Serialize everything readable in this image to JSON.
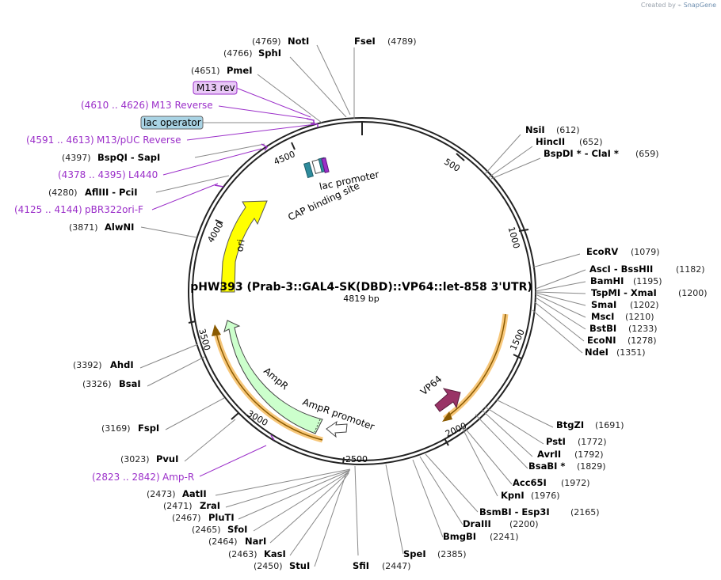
{
  "credit": {
    "prefix": "Created by",
    "brand": "SnapGene"
  },
  "plasmid": {
    "name": "pHW393 (Prab-3::GAL4-SK(DBD)::VP64::let-858 3'UTR)",
    "size_label": "4819 bp",
    "length": 4819
  },
  "ticks": [
    "500",
    "1000",
    "1500",
    "2000",
    "2500",
    "3000",
    "3500",
    "4000",
    "4500"
  ],
  "right_labels": [
    {
      "name": "NsiI",
      "pos": "(612)"
    },
    {
      "name": "HincII",
      "pos": "(652)"
    },
    {
      "name": "BspDI * - ClaI *",
      "pos": "(659)"
    },
    {
      "name": "EcoRV",
      "pos": "(1079)"
    },
    {
      "name": "AscI - BssHII",
      "pos": "(1182)"
    },
    {
      "name": "BamHI",
      "pos": "(1195)"
    },
    {
      "name": "TspMI - XmaI",
      "pos": "(1200)"
    },
    {
      "name": "SmaI",
      "pos": "(1202)"
    },
    {
      "name": "MscI",
      "pos": "(1210)"
    },
    {
      "name": "BstBI",
      "pos": "(1233)"
    },
    {
      "name": "EcoNI",
      "pos": "(1278)"
    },
    {
      "name": "NdeI",
      "pos": "(1351)"
    },
    {
      "name": "BtgZI",
      "pos": "(1691)"
    },
    {
      "name": "PstI",
      "pos": "(1772)"
    },
    {
      "name": "AvrII",
      "pos": "(1792)"
    },
    {
      "name": "BsaBI *",
      "pos": "(1829)"
    },
    {
      "name": "Acc65I",
      "pos": "(1972)"
    },
    {
      "name": "KpnI",
      "pos": "(1976)"
    },
    {
      "name": "BsmBI - Esp3I",
      "pos": "(2165)"
    },
    {
      "name": "DraIII",
      "pos": "(2200)"
    },
    {
      "name": "BmgBI",
      "pos": "(2241)"
    },
    {
      "name": "SpeI",
      "pos": "(2385)"
    },
    {
      "name": "SfiI",
      "pos": "(2447)"
    },
    {
      "name": "FseI",
      "pos": "(4789)"
    }
  ],
  "left_labels": [
    {
      "name": "NotI",
      "pos": "(4769)"
    },
    {
      "name": "SphI",
      "pos": "(4766)"
    },
    {
      "name": "PmeI",
      "pos": "(4651)"
    },
    {
      "name": "BspQI - SapI",
      "pos": "(4397)"
    },
    {
      "name": "AflIII - PciI",
      "pos": "(4280)"
    },
    {
      "name": "AlwNI",
      "pos": "(3871)"
    },
    {
      "name": "AhdI",
      "pos": "(3392)"
    },
    {
      "name": "BsaI",
      "pos": "(3326)"
    },
    {
      "name": "FspI",
      "pos": "(3169)"
    },
    {
      "name": "PvuI",
      "pos": "(3023)"
    },
    {
      "name": "AatII",
      "pos": "(2473)"
    },
    {
      "name": "ZraI",
      "pos": "(2471)"
    },
    {
      "name": "PluTI",
      "pos": "(2467)"
    },
    {
      "name": "SfoI",
      "pos": "(2465)"
    },
    {
      "name": "NarI",
      "pos": "(2464)"
    },
    {
      "name": "KasI",
      "pos": "(2463)"
    },
    {
      "name": "StuI",
      "pos": "(2450)"
    }
  ],
  "primer_labels": [
    {
      "range": "(4610 .. 4626)",
      "name": "M13 Reverse"
    },
    {
      "range": "(4591 .. 4613)",
      "name": "M13/pUC Reverse"
    },
    {
      "range": "(4378 .. 4395)",
      "name": "L4440"
    },
    {
      "range": "(4125 .. 4144)",
      "name": "pBR322ori-F"
    },
    {
      "range": "(2823 .. 2842)",
      "name": "Amp-R"
    }
  ],
  "boxed_labels": {
    "m13rev": "M13 rev",
    "lacop": "lac operator"
  },
  "features": {
    "ori": "ori",
    "ampr": "AmpR",
    "ampr_promoter": "AmpR promoter",
    "vp64": "VP64",
    "lac_promoter": "lac promoter",
    "cap_site": "CAP binding site"
  },
  "colors": {
    "ori": "#ffff00",
    "ampr": "#ccffcc",
    "vp64": "#993366",
    "primer": "#9b2fc9",
    "orf": "#f7c77a",
    "orf_line": "#8a5a00",
    "lacop": "#a9d3e4",
    "m13box": "#e9c9f7"
  }
}
